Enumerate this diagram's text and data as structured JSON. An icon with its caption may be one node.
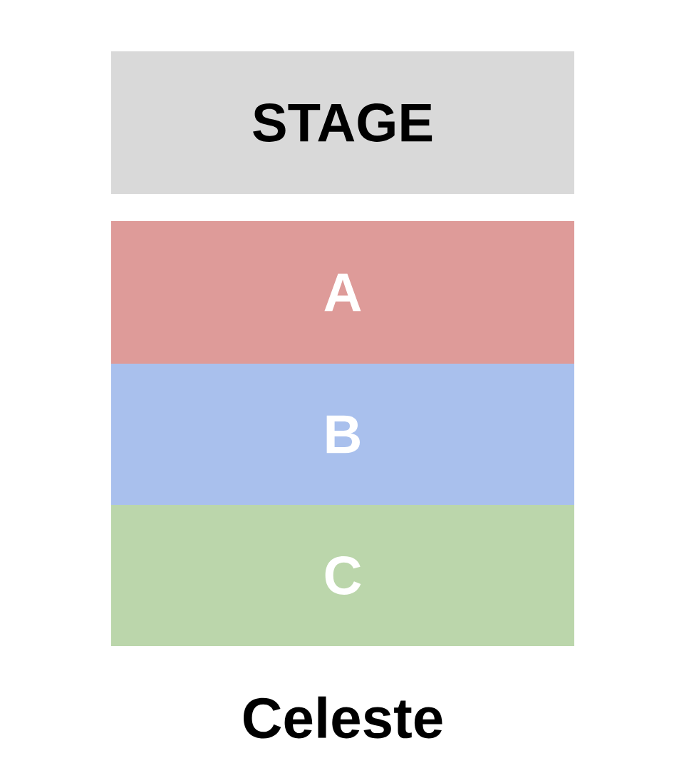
{
  "diagram": {
    "nodes": [
      {
        "text": [
          "STAGE"
        ]
      },
      {
        "text": [
          "A"
        ]
      },
      {
        "text": [
          "B"
        ]
      },
      {
        "text": [
          "C"
        ]
      }
    ],
    "caption": "Celeste"
  }
}
